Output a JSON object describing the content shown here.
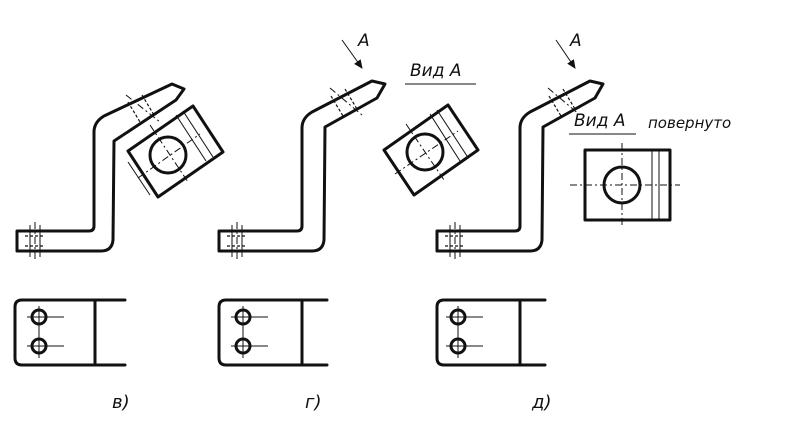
{
  "figure": {
    "captions": [
      "в)",
      "г)",
      "д)"
    ],
    "arrow_label": "А",
    "view_label": "Вид А",
    "rotated_label": "повернуто"
  }
}
